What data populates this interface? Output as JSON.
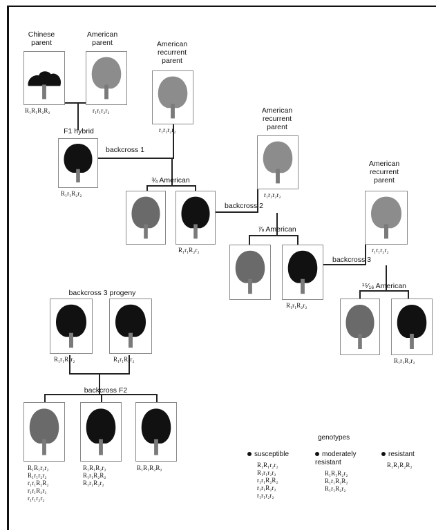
{
  "colors": {
    "susceptible": "#6a6a6a",
    "recurrent": "#8c8c8c",
    "resistant": "#111111",
    "trunk": "#7a7a7a"
  },
  "labels": {
    "chinese_parent": "Chinese\nparent",
    "american_parent": "American\nparent",
    "american_recurrent_1": "American\nrecurrent\nparent",
    "american_recurrent_2": "American\nrecurrent\nparent",
    "american_recurrent_3": "American\nrecurrent\nparent",
    "f1_hybrid": "F1 hybrid",
    "backcross1": "backcross 1",
    "backcross2": "backcross 2",
    "backcross3": "backcross 3",
    "three_quarter": "¾ American",
    "seven_eighth": "⅞ American",
    "fifteen_sixteenth": "¹⁵⁄₁₆ American",
    "bc3_progeny": "backcross 3 progeny",
    "bcF2": "backcross F2"
  },
  "genotypes": {
    "chinese": "R₁R₁R₂R₂",
    "american": "r₁r₁r₂r₂",
    "rec1": "r₁r₁r₂r₂",
    "rec2": "r₁r₁r₂r₂",
    "rec3": "r₁r₁r₂r₂",
    "f1": "R₁r₁R₂r₂",
    "bc1_res": "R₁r₁R₂r₂",
    "bc2_res": "R₁r₁R₂r₂",
    "bc3_res": "R₁r₁R₂r₂",
    "prog1": "R₁r₁R₂r₂",
    "prog2": "R₁r₁R₂r₂",
    "f2_col1": "R₁R₁r₂r₂\nR₁r₁r₂r₂\nr₁r₁R₂R₂\nr₁r₁R₂r₂\nr₁r₁r₂r₂",
    "f2_col2": "R₁R₁R₂r₂\nR₁r₁R₂R₂\nR₁r₁R₂r₂",
    "f2_col3": "R₁R₁R₂R₂"
  },
  "legend": {
    "title": "genotypes",
    "susceptible": "susceptible",
    "moderately": "moderately\nresistant",
    "resistant": "resistant",
    "susceptible_list": "R₁R₁r₂r₂\nR₁r₁r₂r₂\nr₁r₁R₂R₂\nr₁r₁R₂r₂\nr₁r₁r₂r₂",
    "moderately_list": "R₁R₁R₂r₂\nR₁r₁R₂R₂\nR₁r₁R₂r₂",
    "resistant_list": "R₁R₁R₂R₂"
  }
}
